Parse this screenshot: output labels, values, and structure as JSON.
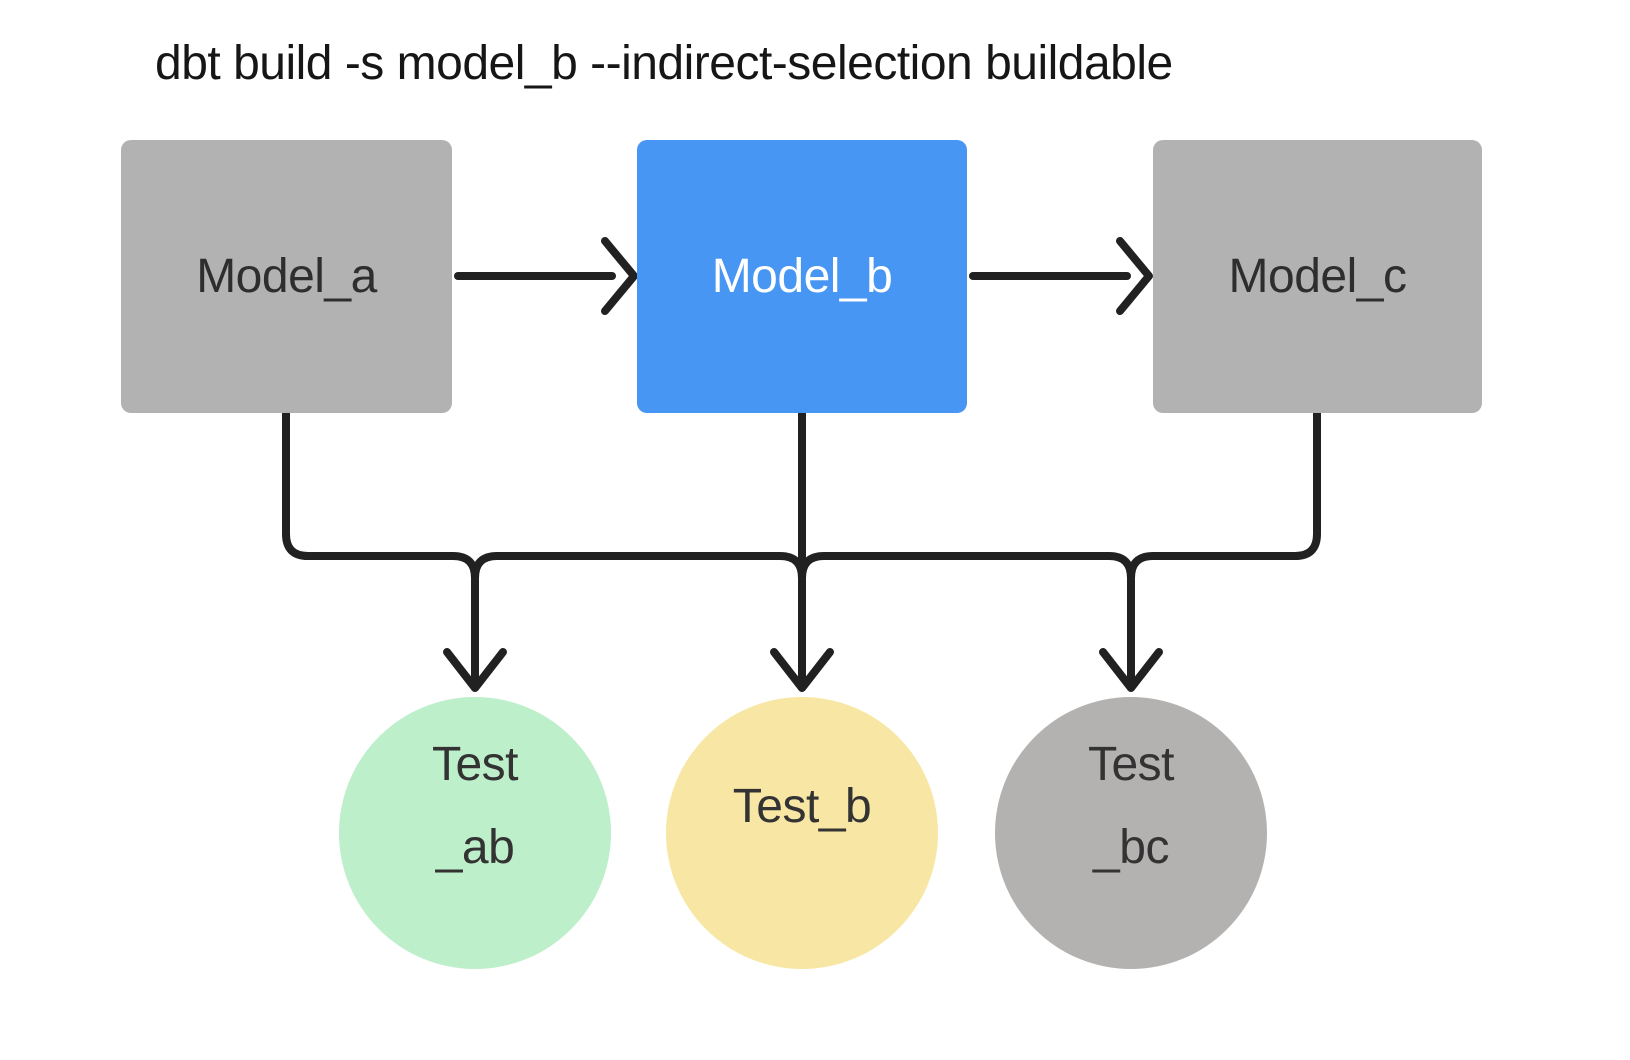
{
  "title": "dbt build -s model_b --indirect-selection buildable",
  "models": [
    {
      "id": "model_a",
      "label": "Model_a",
      "variant": "gray"
    },
    {
      "id": "model_b",
      "label": "Model_b",
      "variant": "blue-selected"
    },
    {
      "id": "model_c",
      "label": "Model_c",
      "variant": "gray"
    }
  ],
  "tests": [
    {
      "id": "test_ab",
      "label_line1": "Test",
      "label_line2": "_ab",
      "variant": "green"
    },
    {
      "id": "test_b",
      "label_line1": "Test_b",
      "label_line2": "",
      "variant": "yellow"
    },
    {
      "id": "test_bc",
      "label_line1": "Test",
      "label_line2": "_bc",
      "variant": "gray"
    }
  ],
  "edges": [
    {
      "from": "model_a",
      "to": "model_b",
      "type": "arrow"
    },
    {
      "from": "model_b",
      "to": "model_c",
      "type": "arrow"
    },
    {
      "from": "model_a",
      "to": "tests-bus",
      "type": "line"
    },
    {
      "from": "model_b",
      "to": "tests-bus",
      "type": "line"
    },
    {
      "from": "model_c",
      "to": "tests-bus",
      "type": "line"
    },
    {
      "from": "tests-bus",
      "to": "test_ab",
      "type": "arrow"
    },
    {
      "from": "tests-bus",
      "to": "test_b",
      "type": "arrow"
    },
    {
      "from": "tests-bus",
      "to": "test_bc",
      "type": "arrow"
    }
  ],
  "colors": {
    "background": "#ffffff",
    "edge": "#212121",
    "model_gray": "#b2b2b2",
    "model_blue": "#4896f3",
    "model_text_dark": "#2e2e2e",
    "model_text_light": "#ffffff",
    "test_green": "#bdefca",
    "test_yellow": "#f8e7a4",
    "test_gray": "#b3b2b1",
    "test_text": "#333333",
    "title_text": "#161616"
  }
}
